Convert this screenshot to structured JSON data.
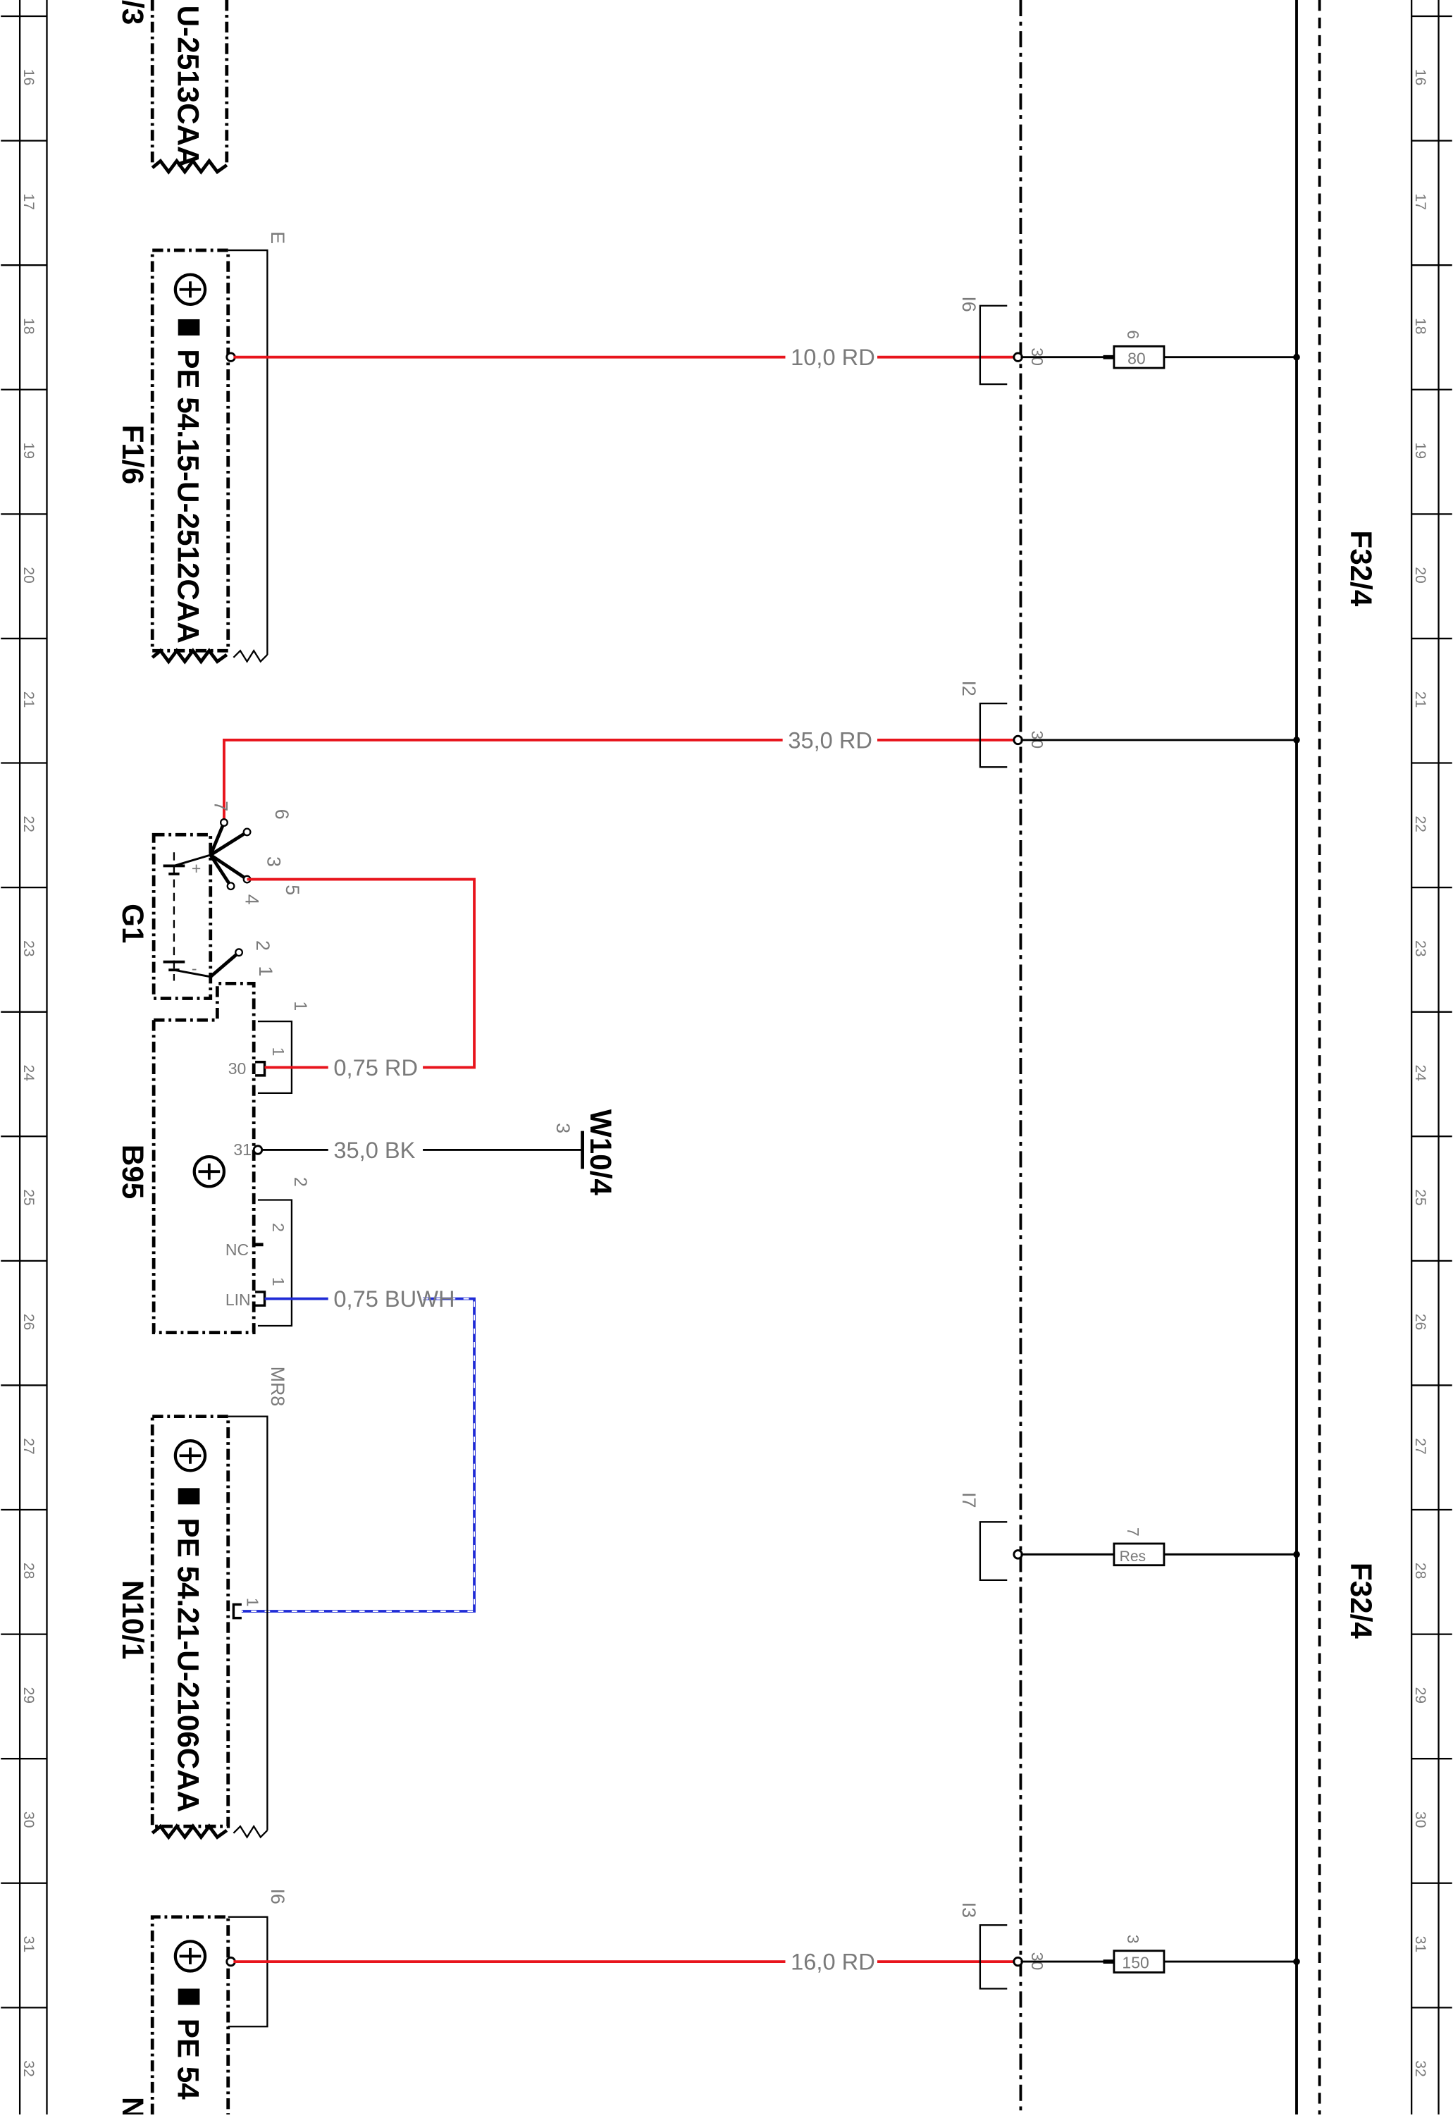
{
  "grid": {
    "rows": [
      "16",
      "17",
      "18",
      "19",
      "20",
      "21",
      "22",
      "23",
      "24",
      "25",
      "26",
      "27",
      "28",
      "29",
      "30",
      "31",
      "32"
    ]
  },
  "components": {
    "top_partial": {
      "code": "U-2513CAA",
      "ref": "/3"
    },
    "f1_6": {
      "ref": "F1/6",
      "doc": "PE 54.15-U-2512CAA",
      "pin": "E"
    },
    "n10_1": {
      "ref": "N10/1",
      "doc": "PE 54.21-U-2106CAA",
      "pin": "MR8",
      "conn": "1"
    },
    "bottom_partial": {
      "ref": "N",
      "doc": "PE 54",
      "pin": "I6"
    },
    "g1": {
      "ref": "G1",
      "pins": [
        "7",
        "6",
        "3",
        "5",
        "4",
        "2",
        "1"
      ],
      "plus": "+",
      "minus": "-"
    },
    "b95": {
      "ref": "B95",
      "pins": {
        "p30": "30",
        "p31": "31",
        "nc": "NC",
        "lin": "LIN"
      },
      "conn_labels": {
        "c1": "1",
        "c2": "2"
      },
      "sub": {
        "a": "1",
        "b": "2",
        "c": "1"
      }
    },
    "w10_4": {
      "ref": "W10/4",
      "pin": "3"
    },
    "f32_4": {
      "ref_a": "F32/4",
      "ref_b": "F32/4"
    }
  },
  "fuses": [
    {
      "id": "fuse-6",
      "num": "6",
      "value": "80",
      "conn": "I6",
      "pin": "30"
    },
    {
      "id": "fuse-row21",
      "conn": "I2",
      "pin": "30"
    },
    {
      "id": "fuse-7",
      "num": "7",
      "value": "Res",
      "conn": "I7"
    },
    {
      "id": "fuse-3",
      "num": "3",
      "value": "150",
      "conn": "I3",
      "pin": "30"
    }
  ],
  "wires": {
    "w1": "10,0 RD",
    "w2": "35,0 RD",
    "w3": "0,75 RD",
    "w4": "35,0 BK",
    "w5": "0,75 BUWH",
    "w6": "16,0 RD"
  },
  "colors": {
    "rd": "#e8141c",
    "bk": "#000000",
    "bu": "#1f2bd6",
    "grid": "#000000",
    "label": "#7a7a7a"
  }
}
